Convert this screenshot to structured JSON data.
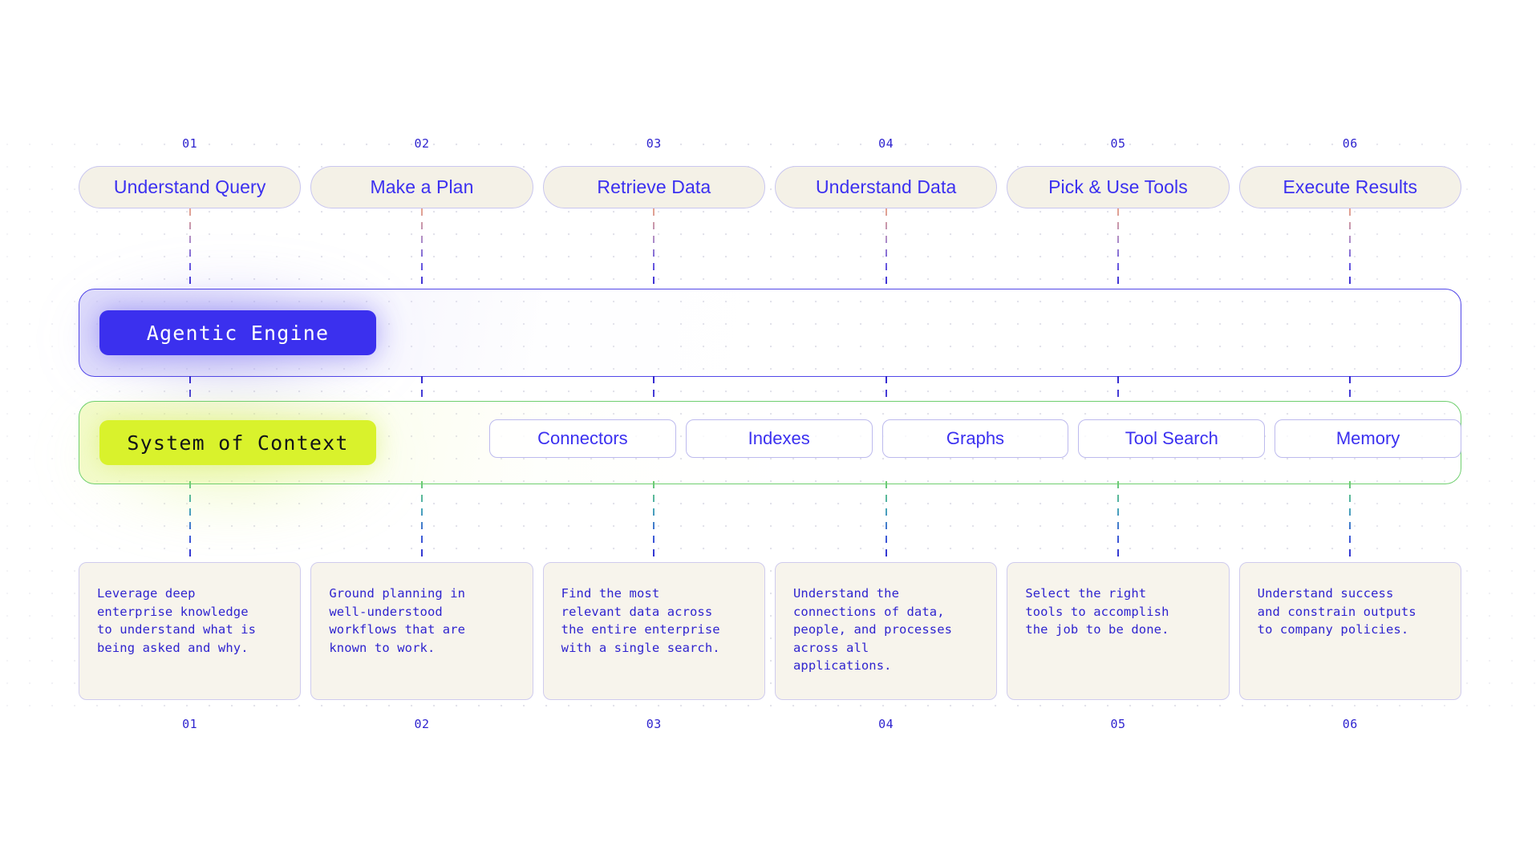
{
  "steps": [
    {
      "index": "01",
      "label": "Understand Query",
      "description": "Leverage deep\nenterprise knowledge\nto understand what is\nbeing asked and why."
    },
    {
      "index": "02",
      "label": "Make a Plan",
      "description": "Ground planning in\nwell-understood\nworkflows that are\nknown to work."
    },
    {
      "index": "03",
      "label": "Retrieve Data",
      "description": "Find the most\nrelevant data across\nthe entire enterprise\nwith a single search."
    },
    {
      "index": "04",
      "label": "Understand Data",
      "description": "Understand the\nconnections of data,\npeople, and processes\nacross all\napplications."
    },
    {
      "index": "05",
      "label": "Pick & Use Tools",
      "description": "Select the right\ntools to accomplish\nthe job to be done."
    },
    {
      "index": "06",
      "label": "Execute Results",
      "description": "Understand success\nand constrain outputs\nto company policies."
    }
  ],
  "bands": {
    "engine": {
      "badge_label": "Agentic Engine"
    },
    "context": {
      "badge_label": "System of Context",
      "capabilities": [
        {
          "label": "Connectors"
        },
        {
          "label": "Indexes"
        },
        {
          "label": "Graphs"
        },
        {
          "label": "Tool Search"
        },
        {
          "label": "Memory"
        }
      ]
    }
  },
  "colors": {
    "accent_blue": "#3b30f0",
    "deep_blue": "#2f24cf",
    "engine_badge_bg": "#3b30ee",
    "context_badge_bg": "#d9f22c",
    "context_border_green": "#6fcf6f",
    "pill_cream": "#f4f1e7",
    "card_cream": "#f7f4ec",
    "border_lavender": "#c9c6ef",
    "page_background": "#ffffff"
  }
}
